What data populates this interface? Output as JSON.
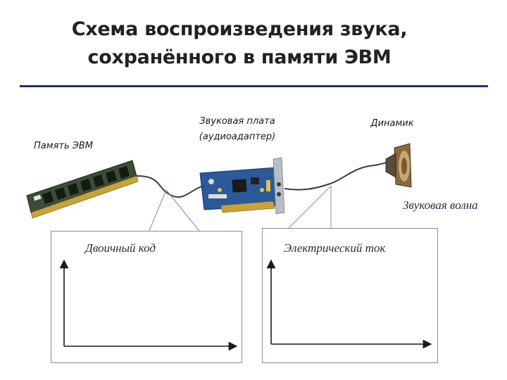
{
  "title": {
    "line1": "Схема воспроизведения звука,",
    "line2": "сохранённого в памяти ЭВМ"
  },
  "labels": {
    "memory": "Память ЭВМ",
    "sound_card_line1": "Звуковая плата",
    "sound_card_line2": "(аудиоадаптер)",
    "speaker": "Динамик",
    "sound_wave": "Звуковая волна"
  },
  "boxes": {
    "binary": "Двоичный код",
    "current": "Электрический ток"
  },
  "colors": {
    "title_rule": "#1f2f7a",
    "cable": "#2c3e55",
    "board_blue": "#2a5a9a",
    "ram_green": "#2f4a2a"
  }
}
